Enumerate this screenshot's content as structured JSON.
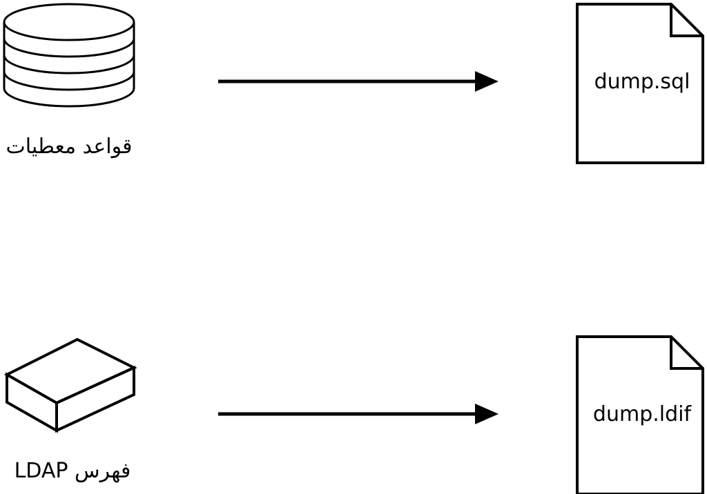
{
  "diagram": {
    "background": "#ffffff",
    "stroke_color": "#000000",
    "rows": [
      {
        "source_icon": "database-cylinder-icon",
        "source_label": "قواعد معطيات",
        "connector": "arrow-right",
        "target_icon": "document-icon",
        "target_label": "dump.sql"
      },
      {
        "source_icon": "ldap-directory-box-icon",
        "source_label": "فهرس LDAP",
        "connector": "arrow-right",
        "target_icon": "document-icon",
        "target_label": "dump.ldif"
      }
    ]
  }
}
